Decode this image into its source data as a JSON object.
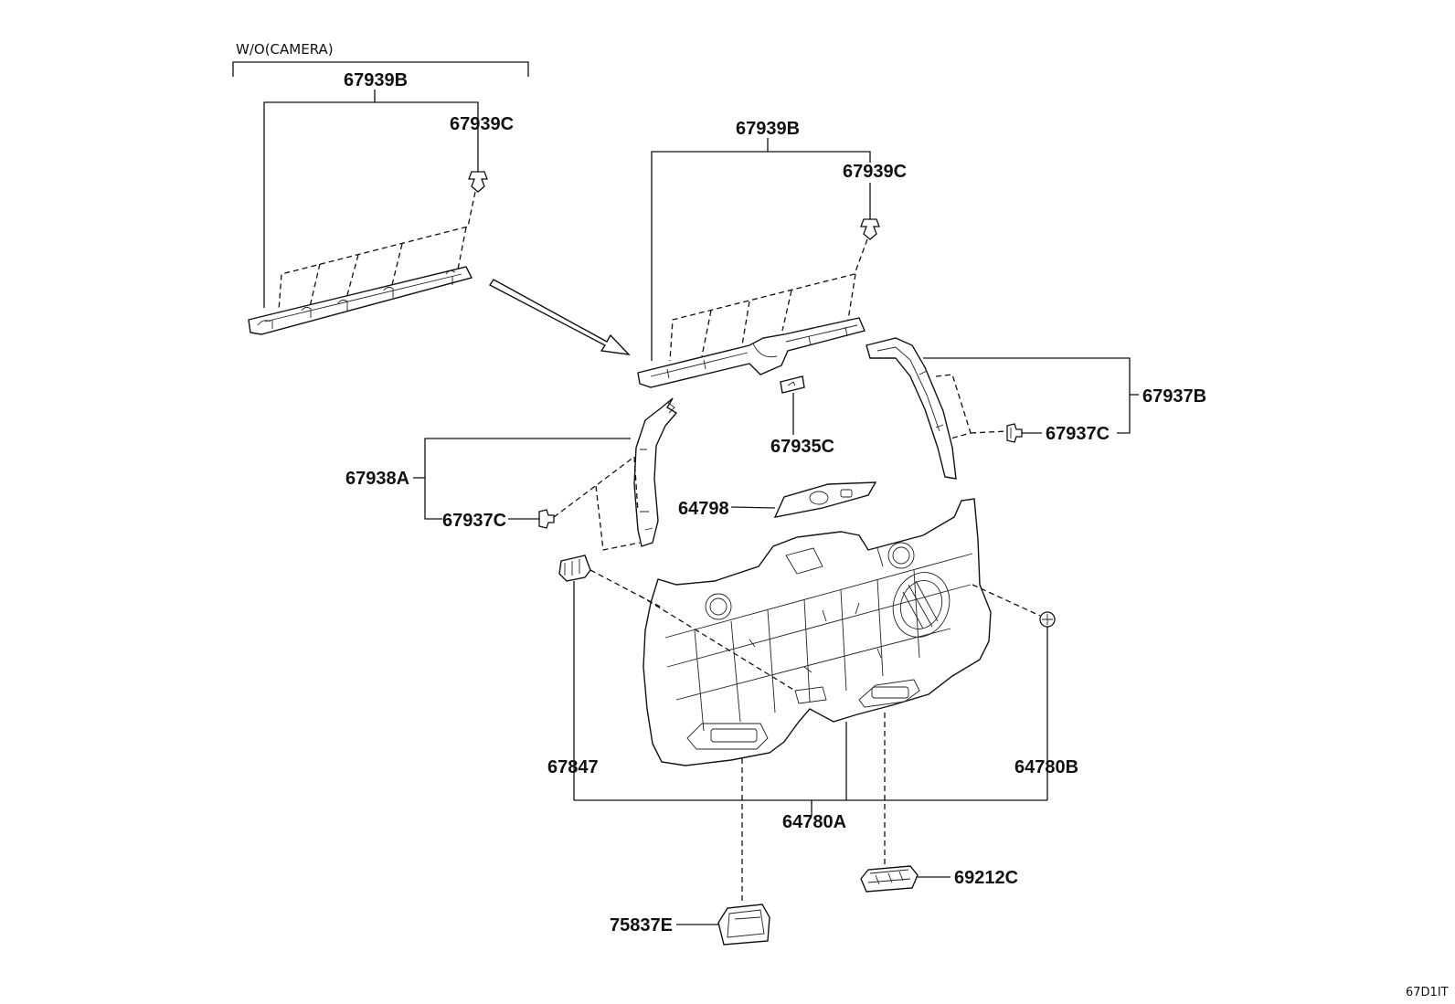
{
  "variant_note": "W/O(CAMERA)",
  "figure_code": "67D1IT",
  "labels": {
    "inset_67939B": "67939B",
    "inset_67939C": "67939C",
    "main_67939B": "67939B",
    "main_67939C": "67939C",
    "p67937B": "67937B",
    "p67937C_right": "67937C",
    "p67935C": "67935C",
    "p67938A": "67938A",
    "p67937C_left": "67937C",
    "p64798": "64798",
    "p67847": "67847",
    "p64780B": "64780B",
    "p64780A": "64780A",
    "p69212C": "69212C",
    "p75837E": "75837E"
  }
}
